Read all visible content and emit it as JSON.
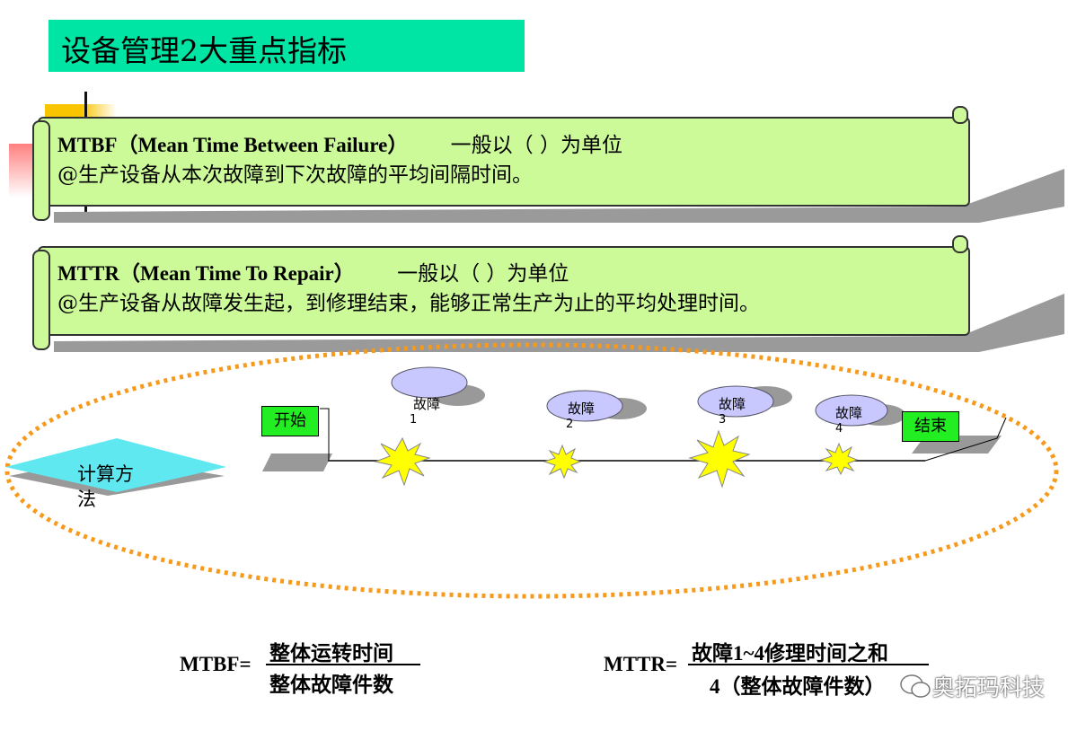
{
  "title": "设备管理2大重点指标",
  "mtbf_box": {
    "line1_term": "MTBF（Mean Time Between Failure）",
    "line1_unit": "一般以（    ）为单位",
    "line2": "@生产设备从本次故障到下次故障的平均间隔时间。"
  },
  "mttr_box": {
    "line1_term": "MTTR（Mean Time To Repair）",
    "line1_unit": "一般以（    ）为单位",
    "line2": "@生产设备从故障发生起，到修理结束，能够正常生产为止的平均处理时间。"
  },
  "method_label": "计算方法",
  "timeline": {
    "start": "开始",
    "end": "结束",
    "failures": [
      {
        "label": "故障",
        "num": "1"
      },
      {
        "label": "故障",
        "num": "2"
      },
      {
        "label": "故障",
        "num": "3"
      },
      {
        "label": "故障",
        "num": "4"
      }
    ]
  },
  "formulas": {
    "mtbf_lhs": "MTBF=",
    "mtbf_num": "整体运转时间",
    "mtbf_den": "整体故障件数",
    "mttr_lhs": "MTTR=",
    "mttr_num": "故障1~4修理时间之和",
    "mttr_den": "4（整体故障件数）"
  },
  "watermark": "奥拓玛科技",
  "colors": {
    "title_bg": "#00e4a4",
    "scroll": "#ccfa99",
    "ellipse": "#f79a1c",
    "star": "#ffff00",
    "box": "#22ee22",
    "cloud": "#c8c8ff"
  }
}
